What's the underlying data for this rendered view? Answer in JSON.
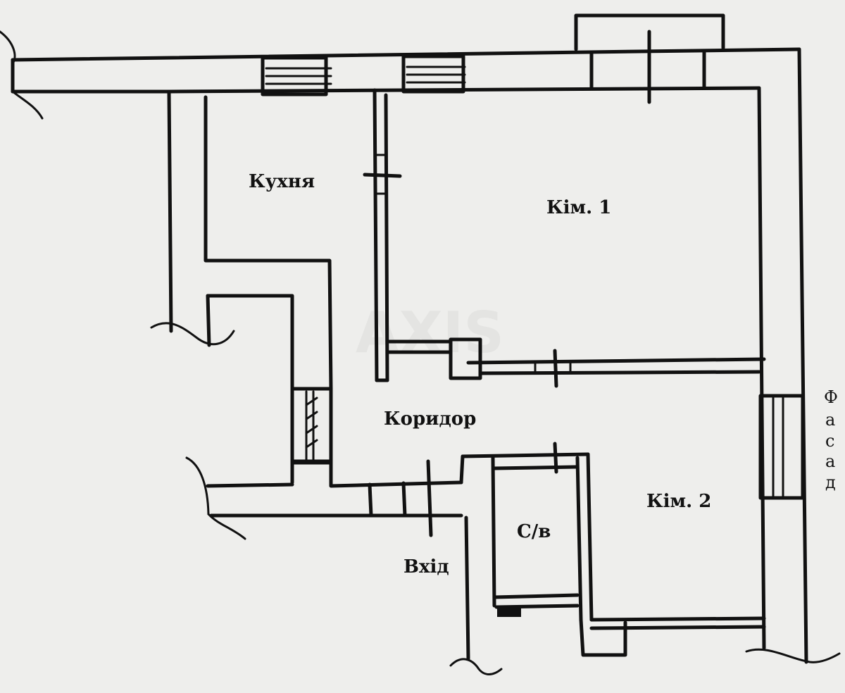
{
  "rooms": {
    "kitchen": "Кухня",
    "room1": "Кім. 1",
    "corridor": "Коридор",
    "room2": "Кім. 2",
    "bathroom": "С/в",
    "entrance": "Вхід"
  },
  "facade": [
    "Ф",
    "а",
    "с",
    "а",
    "д"
  ],
  "watermark": "AXIS",
  "colors": {
    "line": "#111111",
    "paper": "#eeeeec"
  }
}
